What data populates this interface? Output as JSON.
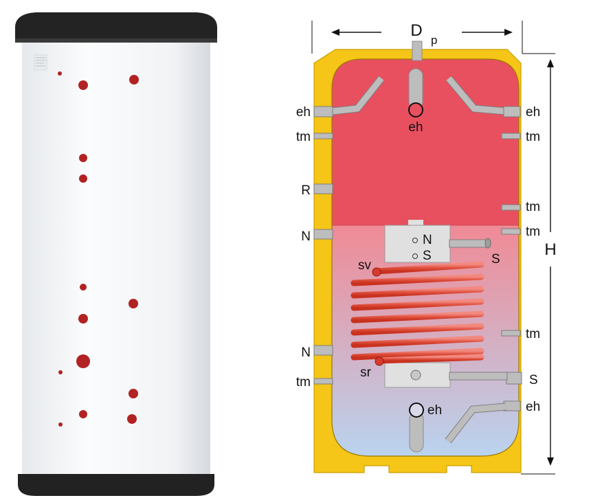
{
  "labels": {
    "dimension_d": "D",
    "dimension_h": "H",
    "p": "p",
    "eh": "eh",
    "tm": "tm",
    "r": "R",
    "n": "N",
    "s": "S",
    "sv": "sv",
    "sr": "sr"
  },
  "colors": {
    "insulation": "#f5c518",
    "hot_water": "#e8505f",
    "lower_top": "#f08a95",
    "lower_bottom": "#b9d4f0",
    "pipe": "#bdbdbd",
    "coil_dark": "#d83a2c",
    "coil_light": "#f28a80",
    "port_dot": "#b22222"
  }
}
